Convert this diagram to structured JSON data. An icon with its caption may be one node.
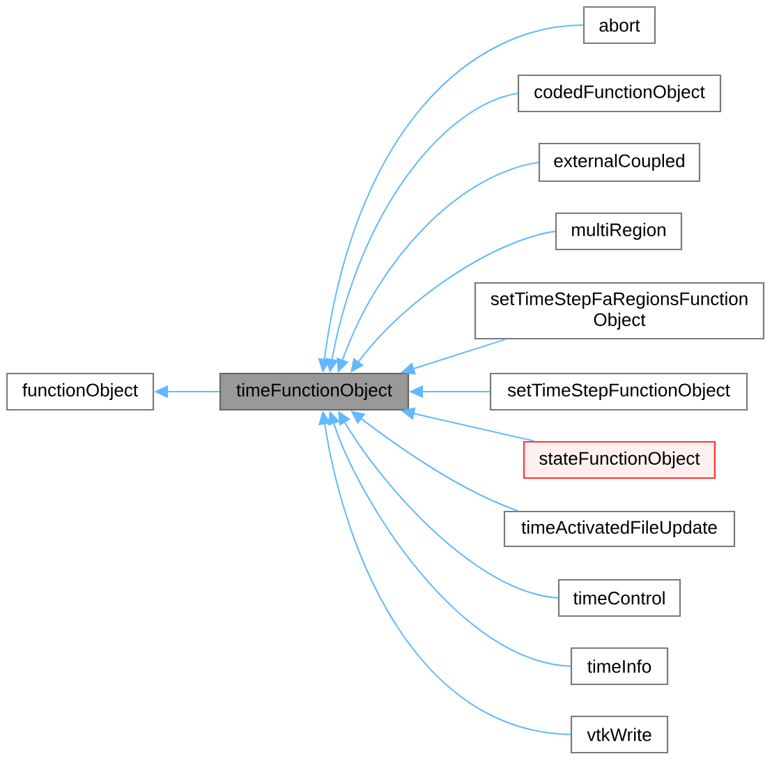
{
  "diagram": {
    "nodes": [
      {
        "text": [
          "functionObject"
        ]
      },
      {
        "text": [
          "timeFunctionObject"
        ]
      },
      {
        "text": [
          "abort"
        ]
      },
      {
        "text": [
          "codedFunctionObject"
        ]
      },
      {
        "text": [
          "externalCoupled"
        ]
      },
      {
        "text": [
          "multiRegion"
        ]
      },
      {
        "text": [
          "setTimeStepFaRegionsFunction Object"
        ]
      },
      {
        "text": [
          "setTimeStepFunctionObject"
        ]
      },
      {
        "text": [
          "stateFunctionObject"
        ]
      },
      {
        "text": [
          "timeActivatedFileUpdate"
        ]
      },
      {
        "text": [
          "timeControl"
        ]
      },
      {
        "text": [
          "timeInfo"
        ]
      },
      {
        "text": [
          "vtkWrite"
        ]
      }
    ],
    "edges": [
      {
        "from": 1,
        "to": 0,
        "arrow": "to"
      },
      {
        "from": 2,
        "to": 1,
        "arrow": "to"
      },
      {
        "from": 3,
        "to": 1,
        "arrow": "to"
      },
      {
        "from": 4,
        "to": 1,
        "arrow": "to"
      },
      {
        "from": 5,
        "to": 1,
        "arrow": "to"
      },
      {
        "from": 6,
        "to": 1,
        "arrow": "to"
      },
      {
        "from": 7,
        "to": 1,
        "arrow": "to"
      },
      {
        "from": 8,
        "to": 1,
        "arrow": "to"
      },
      {
        "from": 9,
        "to": 1,
        "arrow": "to"
      },
      {
        "from": 10,
        "to": 1,
        "arrow": "to"
      },
      {
        "from": 11,
        "to": 1,
        "arrow": "to"
      },
      {
        "from": 12,
        "to": 1,
        "arrow": "to"
      }
    ]
  }
}
